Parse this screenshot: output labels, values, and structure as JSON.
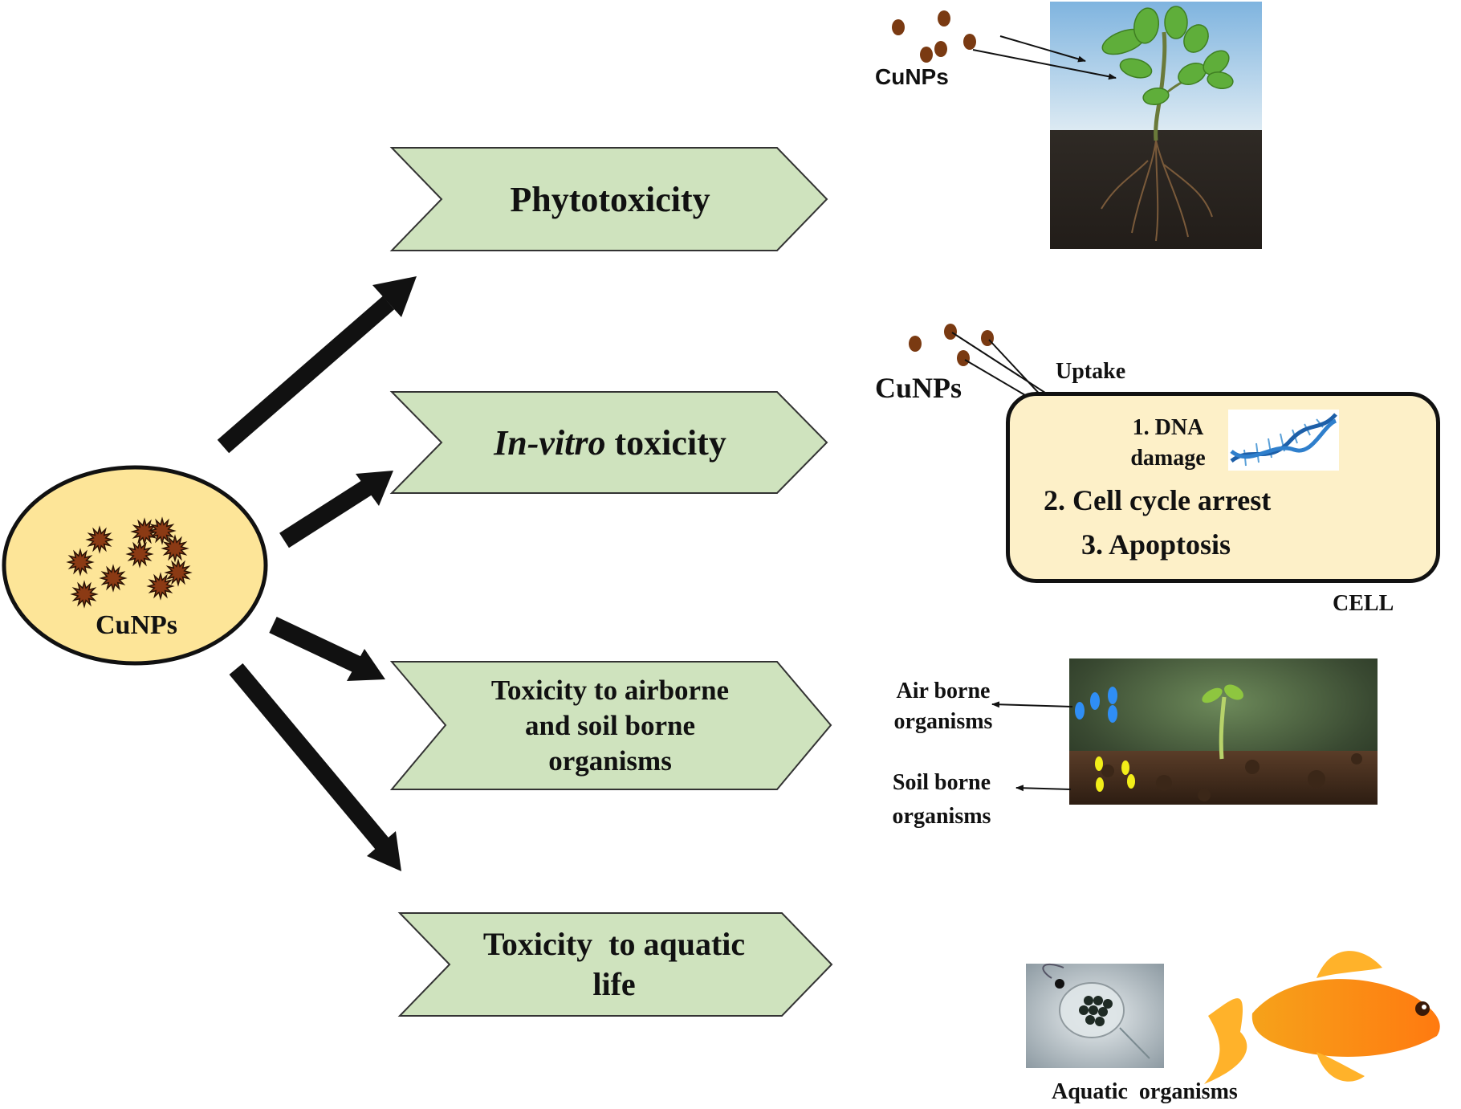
{
  "source": {
    "label": "CuNPs",
    "colors": {
      "fill": "#fde598",
      "particle": "#8b3a14"
    }
  },
  "chevrons": [
    {
      "id": "phyto",
      "label": "Phytotoxicity"
    },
    {
      "id": "invitro",
      "label_italic": "In-vitro",
      "label_rest": " toxicity"
    },
    {
      "id": "air-soil",
      "lines": [
        "Toxicity to airborne",
        "and soil borne",
        "organisms"
      ]
    },
    {
      "id": "aquatic",
      "lines": [
        "Toxicity  to aquatic",
        "life"
      ]
    }
  ],
  "chevron_color": "#cfe3be",
  "plant_panel": {
    "particles_label": "CuNPs"
  },
  "cell_panel": {
    "particles_label": "CuNPs",
    "uptake_label": "Uptake",
    "effects": [
      "1. DNA",
      "damage",
      "2. Cell cycle arrest",
      "3. Apoptosis"
    ],
    "cell_label": "CELL",
    "cell_fill": "#fdf0c8"
  },
  "organisms_panel": {
    "air_label": [
      "Air borne",
      "organisms"
    ],
    "soil_label": [
      "Soil borne",
      "organisms"
    ]
  },
  "aquatic_panel": {
    "label": "Aquatic  organisms"
  }
}
